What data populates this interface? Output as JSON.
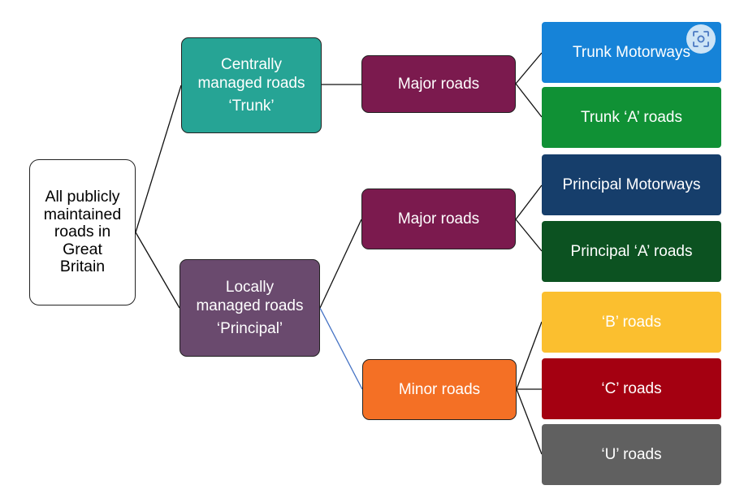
{
  "diagram": {
    "root": {
      "lines": [
        "All publicly",
        "maintained",
        "roads in",
        "Great",
        "Britain"
      ]
    },
    "central": {
      "lines": [
        "Centrally",
        "managed roads",
        "‘Trunk’"
      ]
    },
    "local": {
      "lines": [
        "Locally",
        "managed roads",
        "‘Principal’"
      ]
    },
    "major_central": {
      "label": "Major roads"
    },
    "major_local": {
      "label": "Major roads"
    },
    "minor": {
      "label": "Minor roads"
    },
    "trunk_motorways": {
      "label": "Trunk Motorways"
    },
    "trunk_a_roads": {
      "label": "Trunk ‘A’ roads"
    },
    "principal_motorways": {
      "label": "Principal Motorways"
    },
    "principal_a_roads": {
      "label": "Principal ‘A’ roads"
    },
    "b_roads": {
      "label": "‘B’ roads"
    },
    "c_roads": {
      "label": "‘C’ roads"
    },
    "u_roads": {
      "label": "‘U’ roads"
    }
  },
  "overlay": {
    "icon": "screen-search-icon"
  },
  "colors": {
    "central": "#26a495",
    "local": "#6a4a6e",
    "major": "#7b1a4e",
    "minor": "#f47025",
    "trunk_motorways": "#1683d8",
    "trunk_a_roads": "#109135",
    "principal_motorways": "#163e6b",
    "principal_a_roads": "#0c5221",
    "b_roads": "#fbbf2f",
    "c_roads": "#a40011",
    "u_roads": "#606060",
    "highlight_connector": "#4472c4"
  }
}
